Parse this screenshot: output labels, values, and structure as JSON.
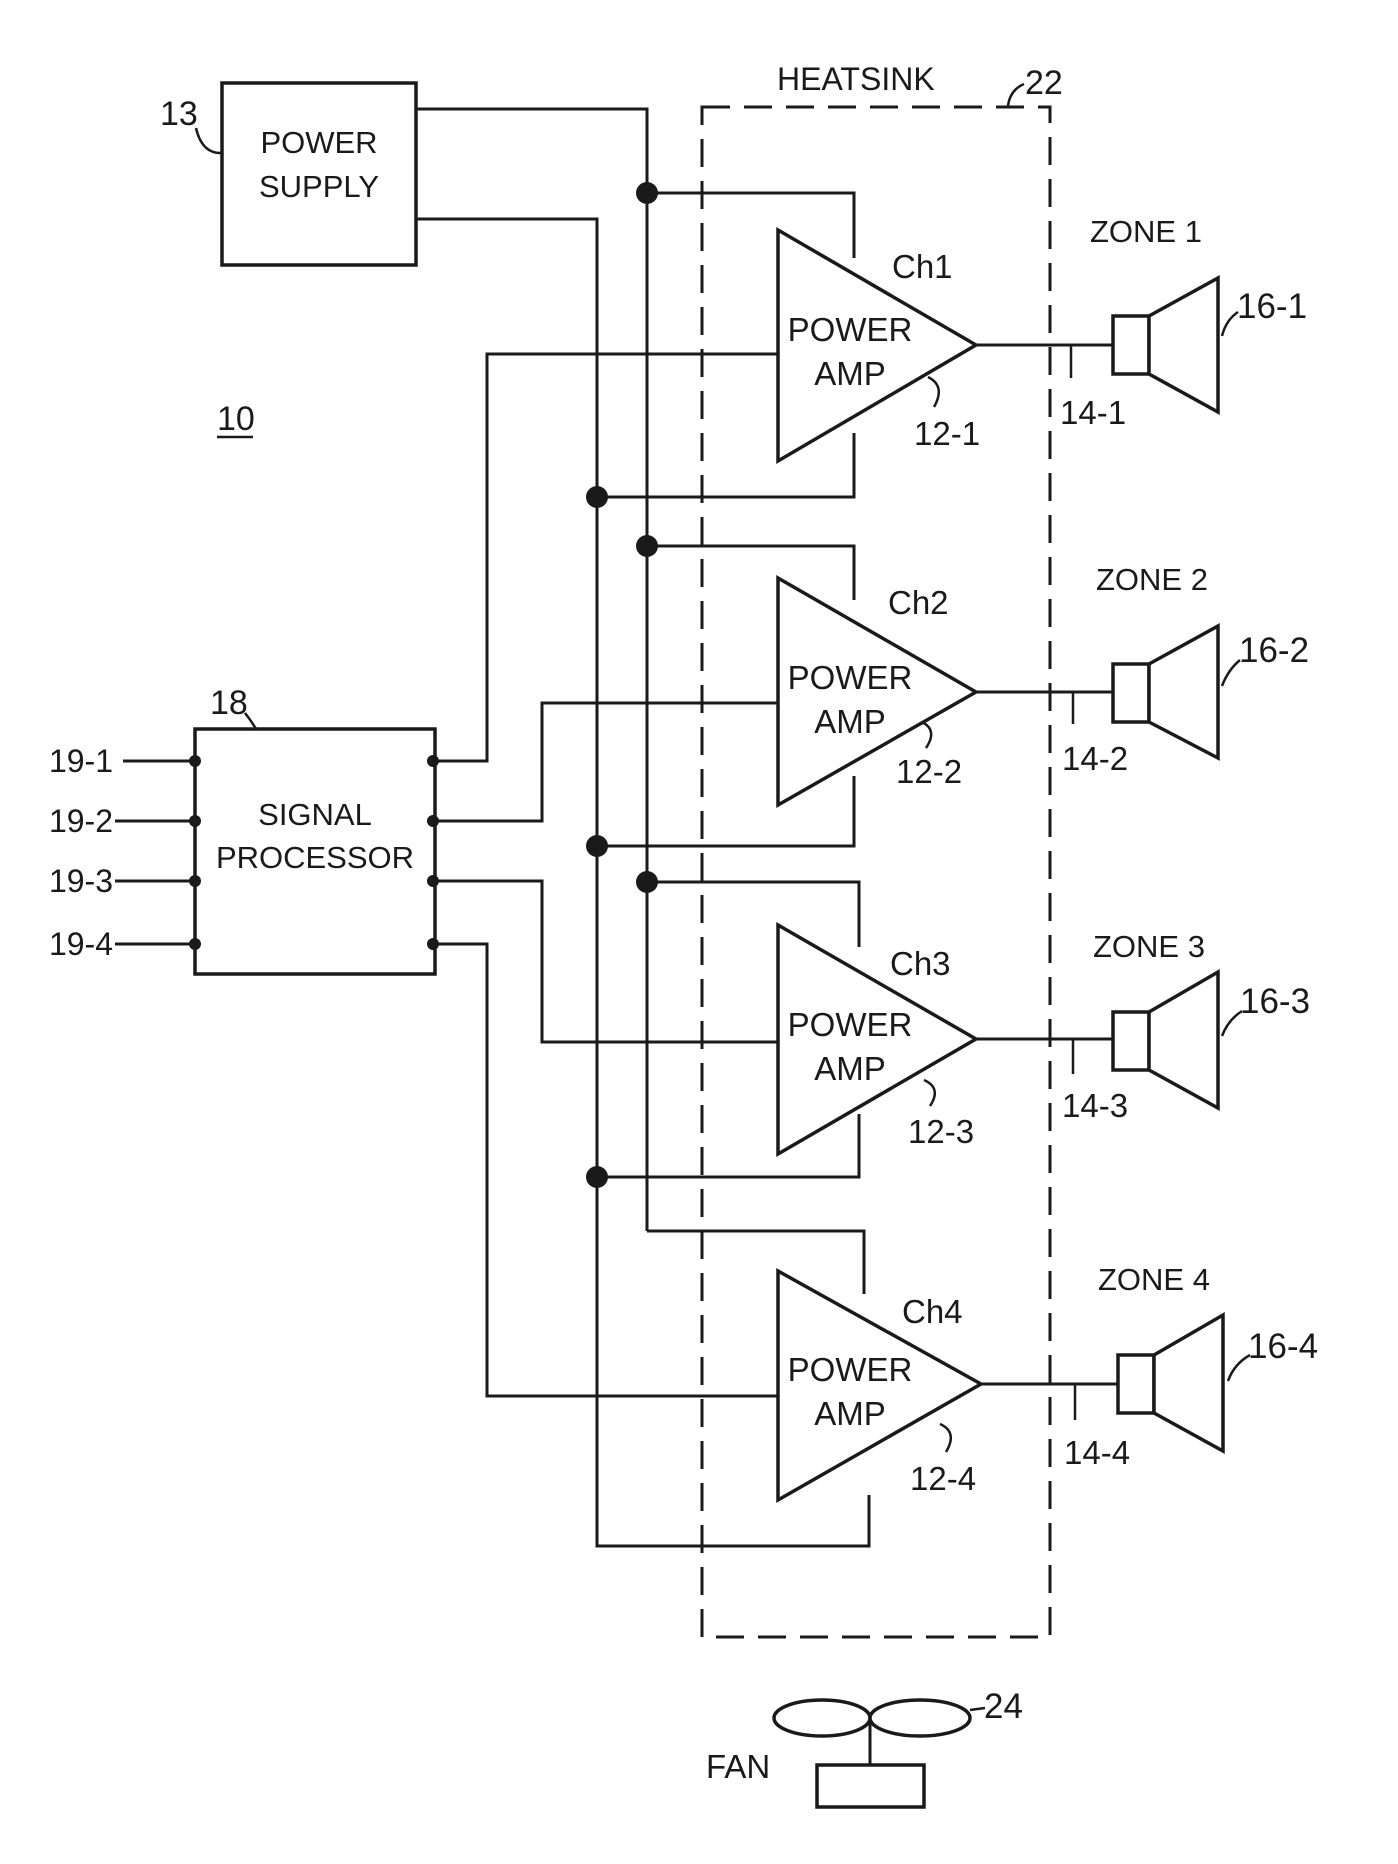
{
  "figure_ref": "10",
  "power_supply": {
    "ref": "13",
    "line1": "POWER",
    "line2": "SUPPLY"
  },
  "signal_processor": {
    "ref": "18",
    "line1": "SIGNAL",
    "line2": "PROCESSOR"
  },
  "inputs": [
    "19-1",
    "19-2",
    "19-3",
    "19-4"
  ],
  "heatsink": {
    "label": "HEATSINK",
    "ref": "22"
  },
  "channels": [
    {
      "name": "Ch1",
      "line1": "POWER",
      "line2": "AMP",
      "amp_ref": "12-1",
      "wire_ref": "14-1",
      "zone": "ZONE 1",
      "speaker_ref": "16-1"
    },
    {
      "name": "Ch2",
      "line1": "POWER",
      "line2": "AMP",
      "amp_ref": "12-2",
      "wire_ref": "14-2",
      "zone": "ZONE 2",
      "speaker_ref": "16-2"
    },
    {
      "name": "Ch3",
      "line1": "POWER",
      "line2": "AMP",
      "amp_ref": "12-3",
      "wire_ref": "14-3",
      "zone": "ZONE 3",
      "speaker_ref": "16-3"
    },
    {
      "name": "Ch4",
      "line1": "POWER",
      "line2": "AMP",
      "amp_ref": "12-4",
      "wire_ref": "14-4",
      "zone": "ZONE 4",
      "speaker_ref": "16-4"
    }
  ],
  "fan": {
    "label": "FAN",
    "ref": "24"
  }
}
